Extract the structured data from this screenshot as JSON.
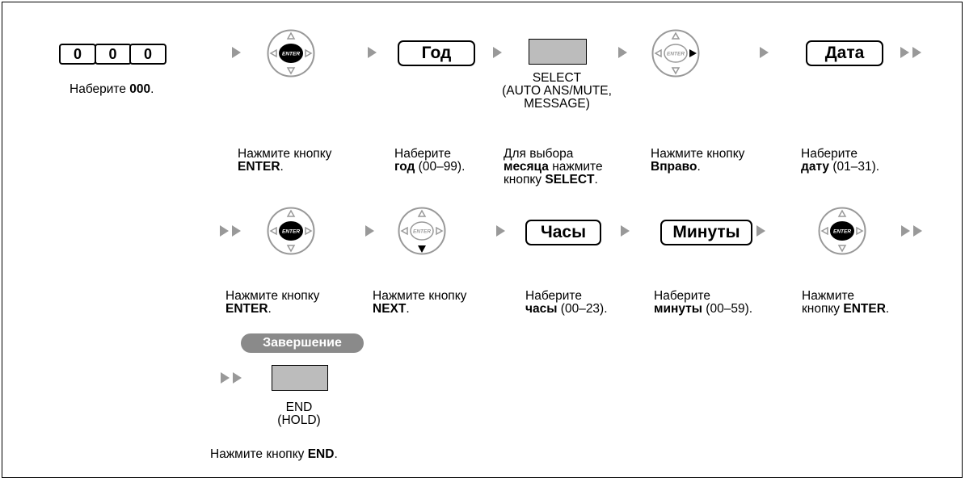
{
  "keypad": {
    "keys": [
      "0",
      "0",
      "0"
    ]
  },
  "instructions": {
    "dial000": {
      "prefix": "Наберите ",
      "bold": "000",
      "suffix": "."
    }
  },
  "row1": {
    "year_button": "Год",
    "date_button": "Дата",
    "select_caption": [
      "SELECT",
      "(AUTO ANS/MUTE,",
      "MESSAGE)"
    ],
    "desc": [
      {
        "line1": "Нажмите кнопку",
        "bold": "ENTER",
        "suffix": "."
      },
      {
        "line1": "Наберите",
        "bold": "год",
        "suffix": " (00–99)."
      },
      {
        "line1": "Для выбора",
        "bold": "месяца",
        "mid": " нажмите",
        "line3": "кнопку ",
        "bold2": "SELECT",
        "suffix": "."
      },
      {
        "line1": "Нажмите кнопку",
        "bold": "Вправо",
        "suffix": "."
      },
      {
        "line1": "Наберите",
        "bold": "дату",
        "suffix": " (01–31)."
      }
    ]
  },
  "row2": {
    "hours_button": "Часы",
    "minutes_button": "Минуты",
    "desc": [
      {
        "line1": "Нажмите кнопку",
        "bold": "ENTER",
        "suffix": "."
      },
      {
        "line1": "Нажмите кнопку",
        "bold": "NEXT",
        "suffix": "."
      },
      {
        "line1": "Наберите",
        "bold": "часы",
        "suffix": " (00–23)."
      },
      {
        "line1": "Наберите",
        "bold": "минуты",
        "suffix": " (00–59)."
      },
      {
        "line1": "Нажмите",
        "line2": "кнопку ",
        "bold": "ENTER",
        "suffix": "."
      }
    ]
  },
  "finish": {
    "badge": "Завершение",
    "end_caption": [
      "END",
      "(HOLD)"
    ],
    "desc": {
      "prefix": "Нажмите кнопку ",
      "bold": "END",
      "suffix": "."
    }
  },
  "nav_pad": {
    "center_label": "ENTER"
  },
  "colors": {
    "arrow": "#999999",
    "button_fill": "#bcbcbc",
    "badge": "#8a8a8a"
  }
}
